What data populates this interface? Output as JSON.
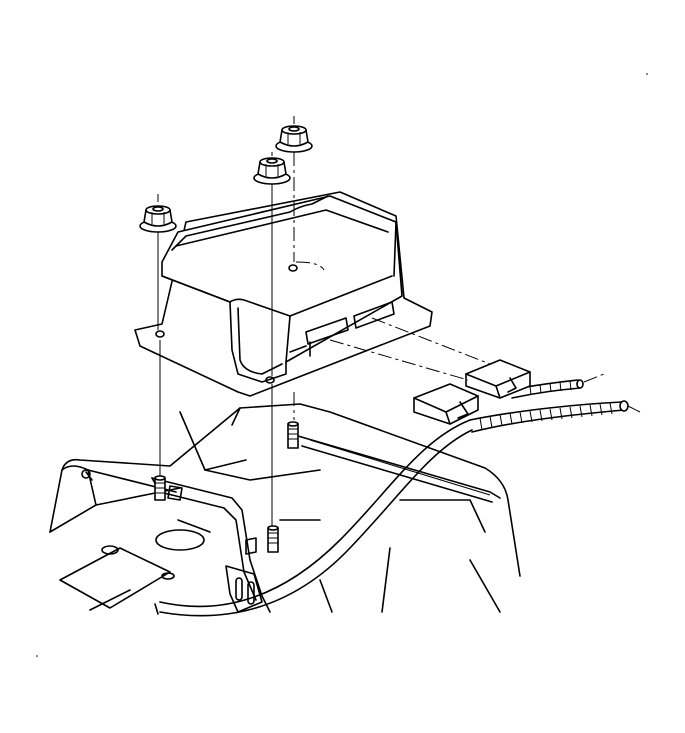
{
  "figure": {
    "colors": {
      "line": "#000000",
      "background": "#ffffff"
    },
    "parts": [
      "flange-nut-left",
      "flange-nut-center",
      "flange-nut-right",
      "control-module",
      "connector-upper",
      "connector-lower",
      "wiring-harness",
      "mounting-studs",
      "mounting-bracket",
      "floor-panel"
    ]
  }
}
